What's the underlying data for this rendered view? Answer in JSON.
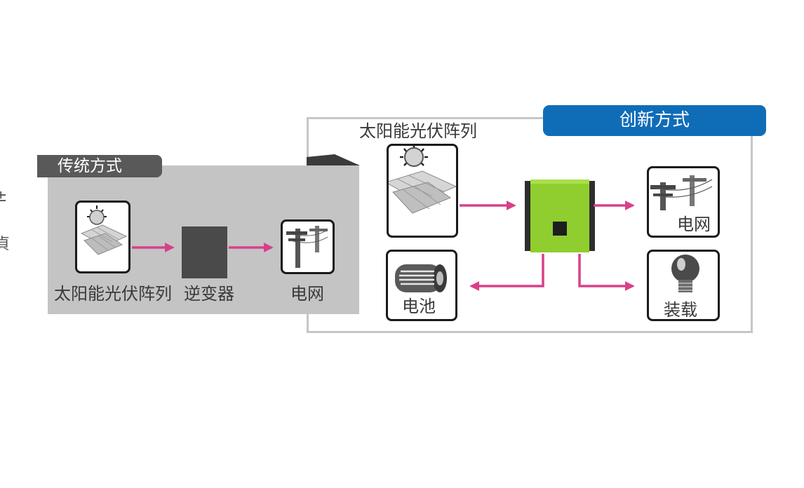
{
  "colors": {
    "arrow": "#d8408a",
    "traditional_panel_bg": "#c4c4c4",
    "traditional_tab_bg": "#595959",
    "innovative_tab_bg": "#0f6db8",
    "inverter_green": "#8fce2e",
    "inverter_dark": "#3c3c3c"
  },
  "edge_glyphs": [
    "±",
    "貞"
  ],
  "traditional": {
    "tab_label": "传统方式",
    "solar_label": "太阳能光伏阵列",
    "inverter_label": "逆变器",
    "grid_label": "电网"
  },
  "innovative": {
    "tab_label": "创新方式",
    "solar_label": "太阳能光伏阵列",
    "grid_label": "电网",
    "battery_label": "电池",
    "load_label": "装载"
  },
  "icons": {
    "solar": "solar-panel-icon",
    "grid": "power-pole-icon",
    "battery": "battery-icon",
    "load": "light-bulb-icon",
    "inverter": "hybrid-inverter-icon"
  }
}
